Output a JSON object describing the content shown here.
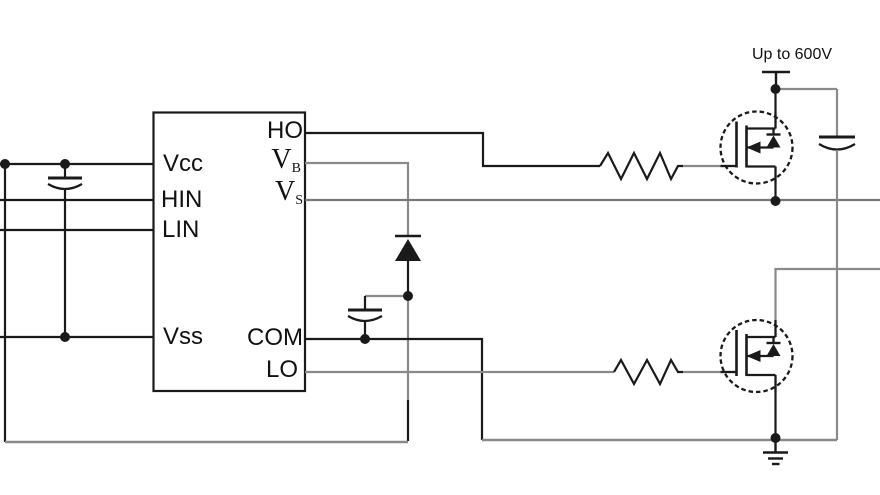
{
  "colors": {
    "background": "#ffffff",
    "line_dark": "#1a1a1a",
    "line_gray": "#8a8a8a"
  },
  "supply": {
    "label": "Up to 600V"
  },
  "ic": {
    "pins": {
      "vcc": "Vcc",
      "hin": "HIN",
      "lin": "LIN",
      "vss": "Vss",
      "ho": "HO",
      "vb_main": "V",
      "vb_sub": "B",
      "vs_main": "V",
      "vs_sub": "S",
      "com": "COM",
      "lo": "LO"
    }
  }
}
